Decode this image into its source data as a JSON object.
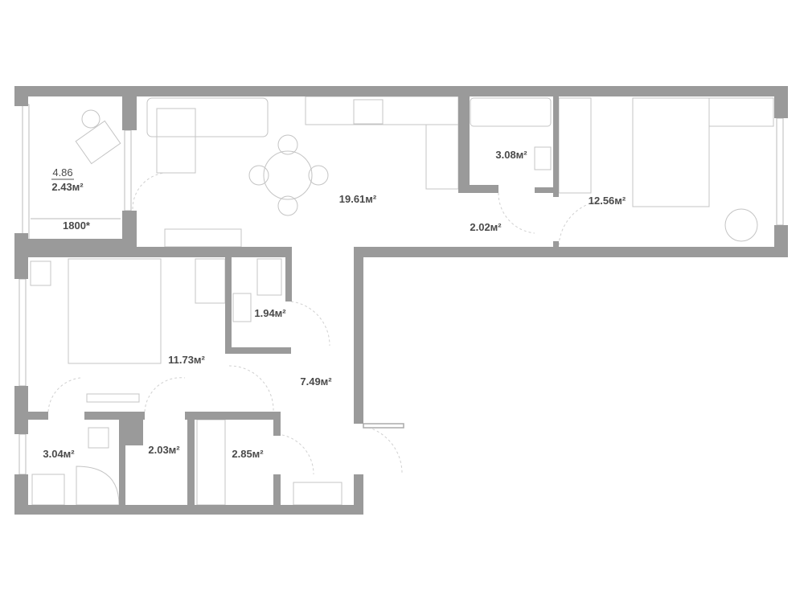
{
  "plan": {
    "balcony": {
      "full_area": "4.86",
      "area": "2.43м²",
      "dimension": "1800*"
    },
    "rooms": [
      {
        "id": "living-kitchen",
        "area": "19.61м²"
      },
      {
        "id": "bathroom-upper",
        "area": "3.08м²"
      },
      {
        "id": "corridor-upper",
        "area": "2.02м²"
      },
      {
        "id": "bedroom-right",
        "area": "12.56м²"
      },
      {
        "id": "toilet",
        "area": "1.94м²"
      },
      {
        "id": "bedroom-left",
        "area": "11.73м²"
      },
      {
        "id": "hallway",
        "area": "7.49м²"
      },
      {
        "id": "bathroom-lower",
        "area": "3.04м²"
      },
      {
        "id": "wardrobe-left",
        "area": "2.03м²"
      },
      {
        "id": "wardrobe-right",
        "area": "2.85м²"
      }
    ],
    "colors": {
      "wall": "#9a9a9a",
      "text": "#4a4a4a",
      "furniture": "#c4c4c4"
    }
  }
}
